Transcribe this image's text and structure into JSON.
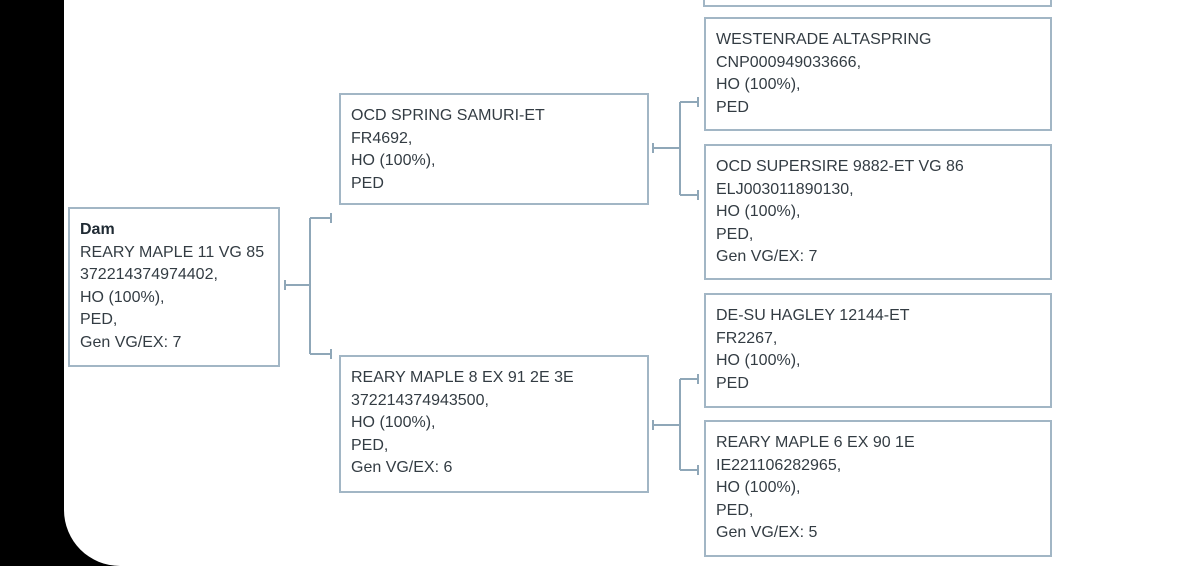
{
  "nodes": {
    "dam": {
      "heading": "Dam",
      "lines": [
        "REARY MAPLE 11 VG 85",
        "372214374974402,",
        "HO (100%),",
        "PED,",
        "Gen VG/EX: 7"
      ]
    },
    "sire_of_dam": {
      "lines": [
        "OCD SPRING SAMURI-ET",
        "FR4692,",
        "HO (100%),",
        "PED"
      ]
    },
    "dam_of_dam": {
      "lines": [
        "REARY MAPLE 8 EX 91 2E 3E",
        "372214374943500,",
        "HO (100%),",
        "PED,",
        "Gen VG/EX: 6"
      ]
    },
    "ss": {
      "lines": [
        "WESTENRADE ALTASPRING",
        "CNP000949033666,",
        "HO (100%),",
        "PED"
      ]
    },
    "sd": {
      "lines": [
        "OCD SUPERSIRE 9882-ET VG 86",
        "ELJ003011890130,",
        "HO (100%),",
        "PED,",
        "Gen VG/EX: 7"
      ]
    },
    "ds": {
      "lines": [
        "DE-SU HAGLEY 12144-ET",
        "FR2267,",
        "HO (100%),",
        "PED"
      ]
    },
    "dd": {
      "lines": [
        "REARY MAPLE 6 EX 90 1E",
        "IE221106282965,",
        "HO (100%),",
        "PED,",
        "Gen VG/EX: 5"
      ]
    }
  },
  "colors": {
    "border": "#a2b6c5",
    "connector": "#8fa7b8",
    "text": "#333c43",
    "background": "#ffffff",
    "frame": "#000000"
  }
}
